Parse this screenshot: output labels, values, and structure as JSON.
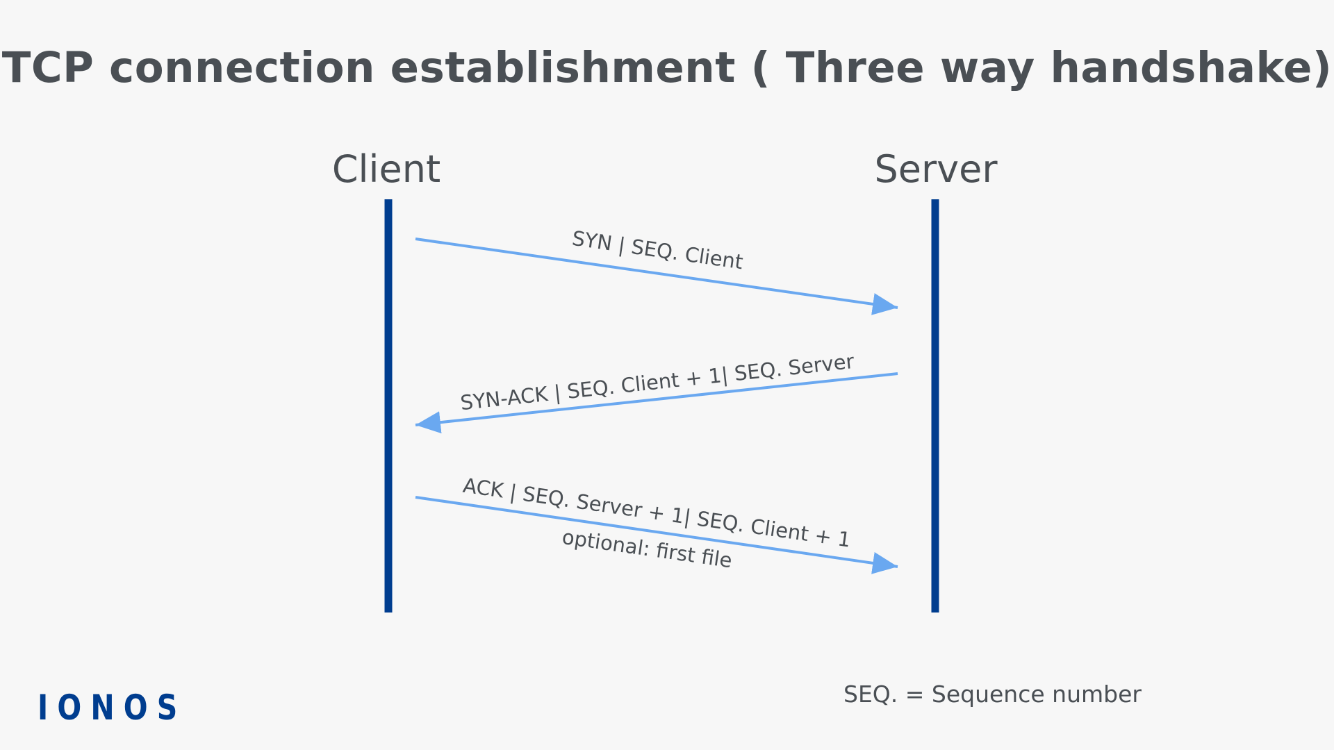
{
  "title": "TCP connection establishment ( Three way handshake)",
  "client_label": "Client",
  "server_label": "Server",
  "messages": [
    {
      "label": "SYN | SEQ. Client",
      "direction": "client-to-server"
    },
    {
      "label": "SYN-ACK | SEQ. Client + 1| SEQ. Server",
      "direction": "server-to-client"
    },
    {
      "label": "ACK | SEQ. Server + 1| SEQ. Client + 1",
      "sublabel": "optional: first file",
      "direction": "client-to-server"
    }
  ],
  "legend": "SEQ. = Sequence number",
  "logo": "IONOS",
  "colors": {
    "lifeline": "#003d8f",
    "arrow": "#6aa8f0",
    "text": "#4a4f54",
    "background": "#f7f7f7"
  }
}
